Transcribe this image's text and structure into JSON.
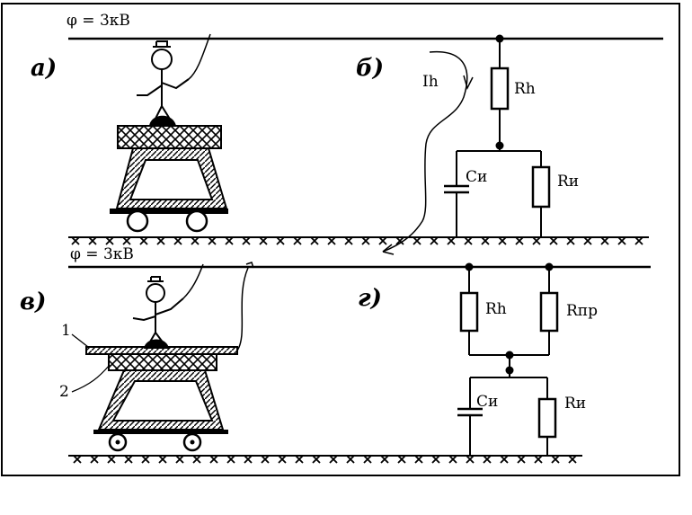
{
  "panel_top": {
    "potential_label": "φ = 3кВ",
    "label_a": "а)",
    "label_b": "б)",
    "current_label": "Ih",
    "resistor_human": "Rh",
    "capacitor": "Cи",
    "resistor_insulation": "Rи"
  },
  "panel_bottom": {
    "potential_label": "φ = 3кВ",
    "label_v": "в)",
    "label_g": "г)",
    "marker_1": "1",
    "marker_2": "2",
    "resistor_human": "Rh",
    "resistor_conductor": "Rпр",
    "capacitor": "Cи",
    "resistor_insulation": "Rи"
  },
  "colors": {
    "ink": "#000000",
    "paper": "#ffffff"
  }
}
